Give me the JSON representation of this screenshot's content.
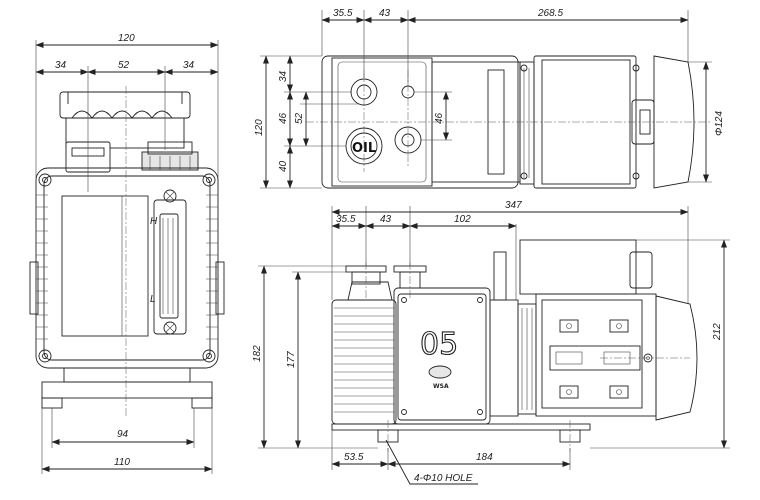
{
  "front_view": {
    "width_top": "120",
    "seg_left": "34",
    "seg_mid": "52",
    "seg_right": "34",
    "base_inner": "94",
    "base_outer": "110",
    "level_high": "H",
    "level_low": "L"
  },
  "top_view": {
    "top_a": "35.5",
    "top_b": "43",
    "top_c": "268.5",
    "left_total": "120",
    "left_a": "34",
    "left_b": "46",
    "left_c": "52",
    "left_d": "40",
    "right_mid": "46",
    "diameter": "Φ124",
    "oil_label": "OIL"
  },
  "side_view": {
    "total_length": "347",
    "top_a": "35.5",
    "top_b": "43",
    "top_c": "102",
    "height_a": "182",
    "height_b": "177",
    "height_total": "212",
    "base_a": "53.5",
    "base_b": "184",
    "hole_note": "4-Φ10 HOLE",
    "model": "05",
    "brand": "WSA"
  }
}
